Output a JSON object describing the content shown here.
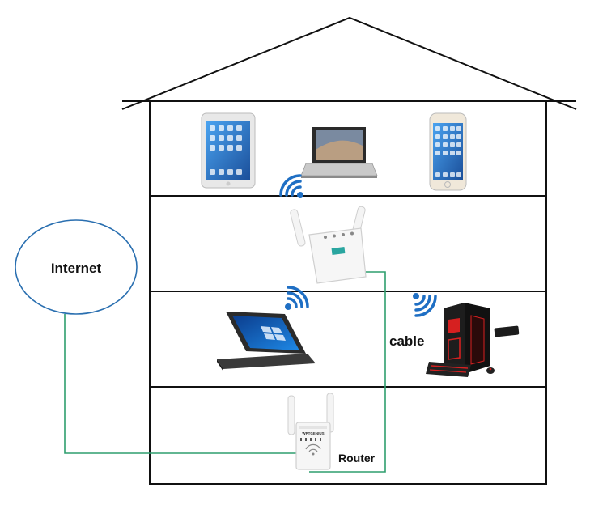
{
  "labels": {
    "internet": "Internet",
    "cable": "cable",
    "router": "Router"
  },
  "device_brand": "WPTGENIUS",
  "colors": {
    "outline": "#111111",
    "cable": "#2e9e6e",
    "internet_ring": "#2a6fb0",
    "wifi": "#1f6fc4",
    "device_white": "#f4f4f4",
    "screen_blue": "#2a7fd4",
    "pc_red": "#d62020"
  },
  "icons": [
    "tablet-icon",
    "laptop-icon",
    "smartphone-icon",
    "wifi-icon",
    "repeater-icon",
    "convertible-laptop-icon",
    "desktop-pc-icon",
    "router-icon"
  ]
}
